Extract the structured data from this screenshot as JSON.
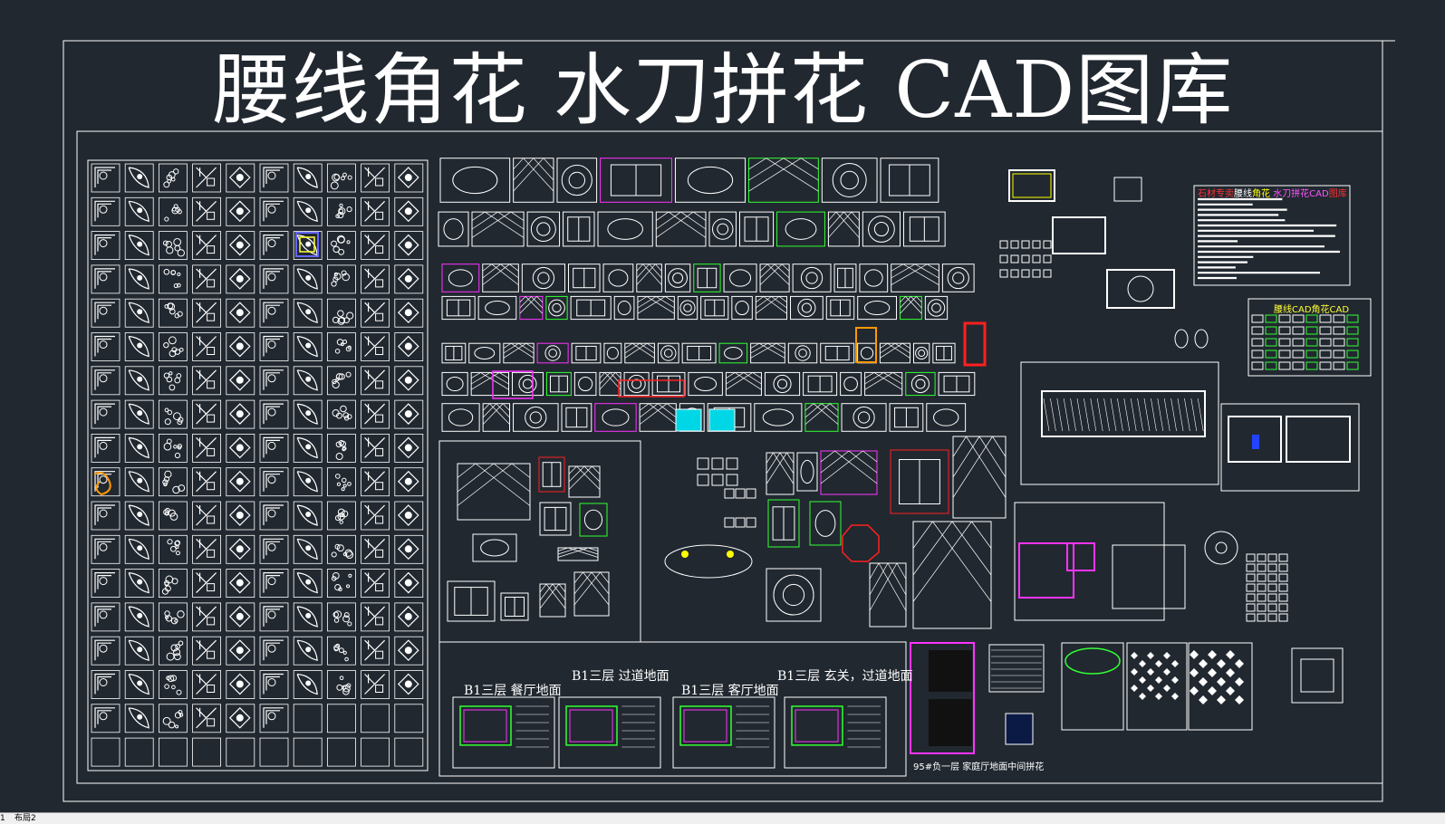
{
  "title": "腰线角花 水刀拼花 CAD图库",
  "legend_main": {
    "parts": [
      {
        "text": "石材专卖",
        "color": "#ff3030"
      },
      {
        "text": "腰线",
        "color": "#ffffff"
      },
      {
        "text": "角花",
        "color": "#ffff00"
      },
      {
        "text": " 水刀拼花CAD",
        "color": "#ff55ff"
      },
      {
        "text": "图库",
        "color": "#ff3030"
      }
    ]
  },
  "legend_secondary": "腰线CAD角花CAD",
  "captions": {
    "b1_dining": "B1三层 餐厅地面",
    "b1_corridor": "B1三层 过道地面",
    "b1_guest": "B1三层 客厅地面",
    "b1_entry": "B1三层 玄关，过道地面",
    "basement": "95#负一层 家庭厅地面中间拼花"
  },
  "tabs": [
    "1",
    "布局2"
  ],
  "colors": {
    "background": "#212830",
    "line": "#ffffff",
    "accent_red": "#ff2020",
    "accent_magenta": "#ff33ff",
    "accent_green": "#33ff33",
    "accent_cyan": "#00e5ff",
    "accent_yellow": "#ffff00",
    "accent_orange": "#ff9900"
  }
}
